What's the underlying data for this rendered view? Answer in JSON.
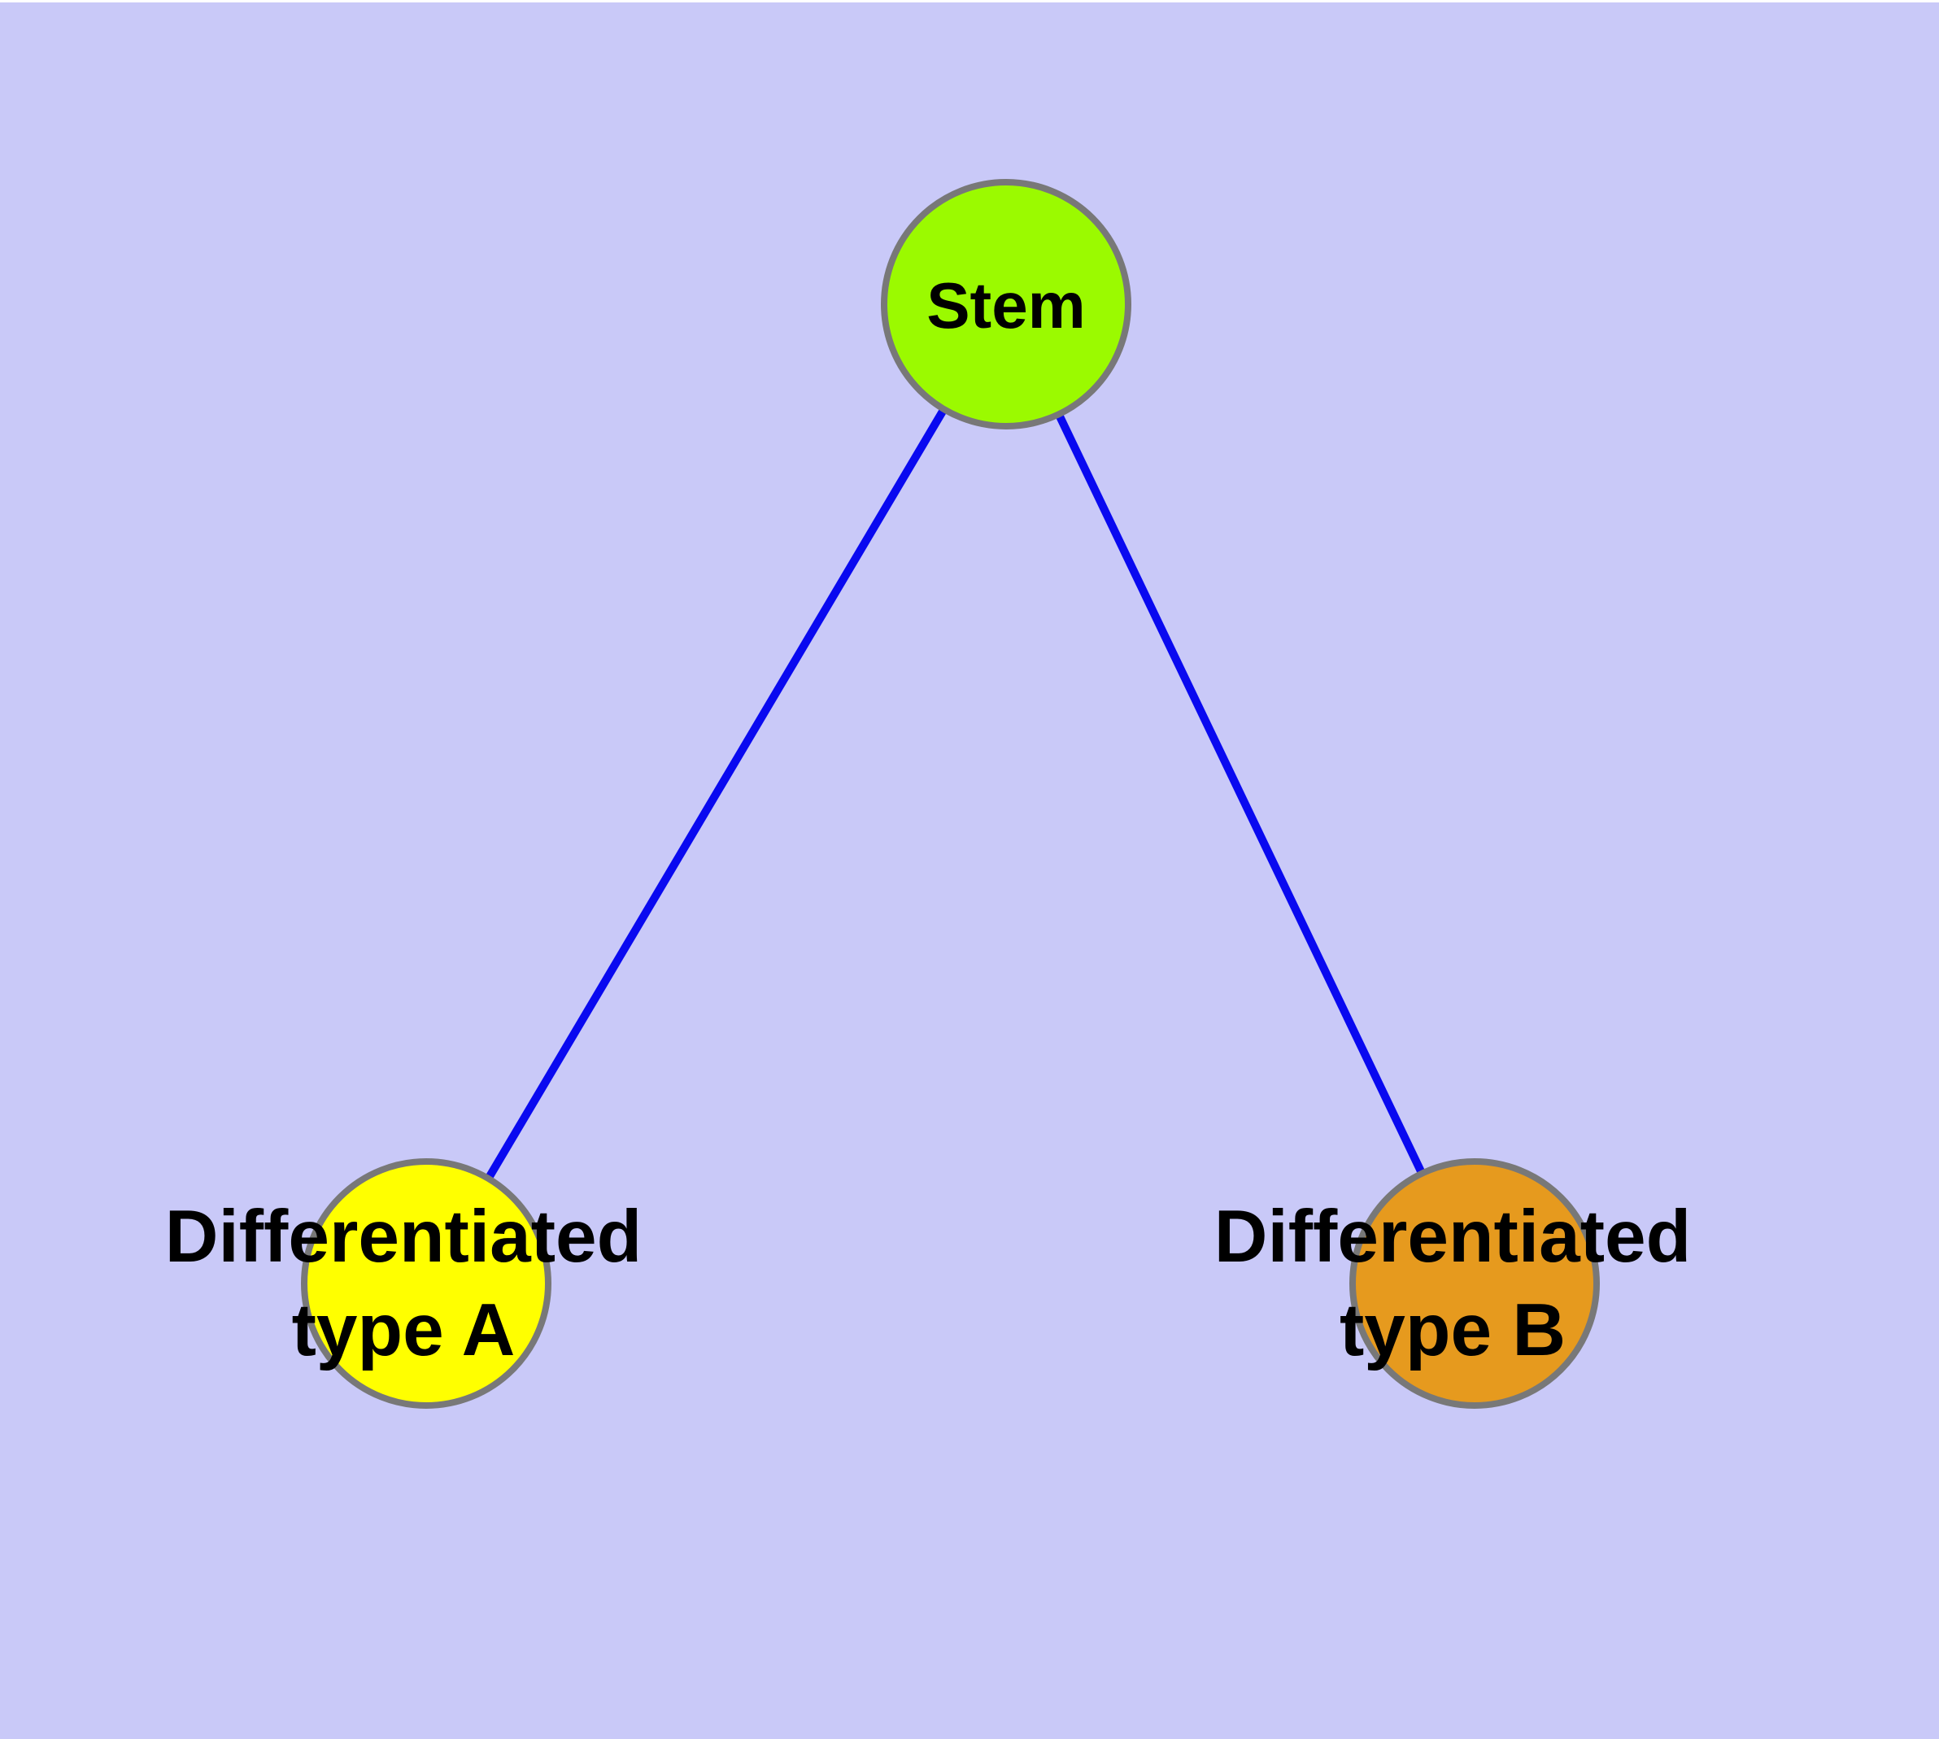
{
  "diagram": {
    "background_color": "#C9C9F8",
    "top_strip_color": "#FFFFFF",
    "edge_color": "#0909F0",
    "node_border_color": "#787878",
    "label_color": "#000000",
    "nodes": [
      {
        "id": "stem",
        "label": "Stem",
        "fill": "#9BFA00"
      },
      {
        "id": "type-a",
        "label": "Differentiated\ntype A",
        "fill": "#FFFF00"
      },
      {
        "id": "type-b",
        "label": "Differentiated\ntype B",
        "fill": "#E69A1E"
      }
    ],
    "edges": [
      {
        "from": "stem",
        "to": "type-a"
      },
      {
        "from": "stem",
        "to": "type-b"
      }
    ]
  }
}
